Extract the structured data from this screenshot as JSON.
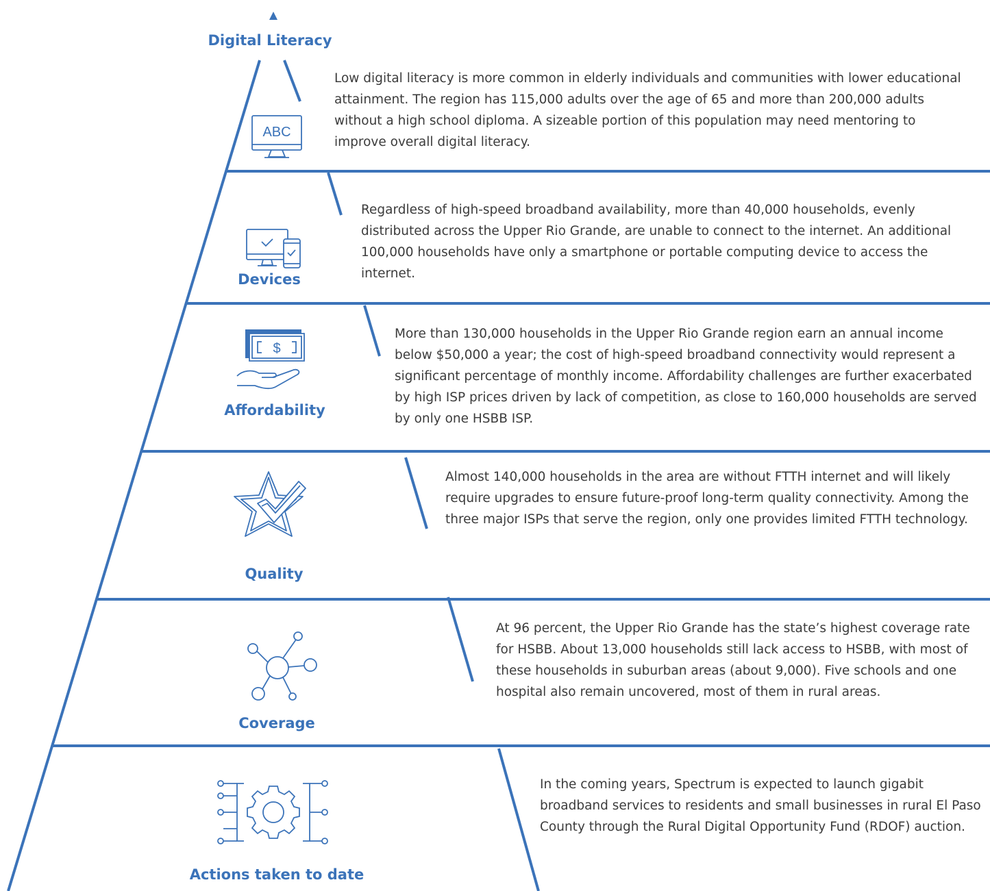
{
  "diagram": {
    "accent_color": "#3b73b9",
    "text_color": "#3c3c3c",
    "levels": [
      {
        "id": "digital-literacy",
        "title": "Digital Literacy",
        "icon": "monitor-abc-icon",
        "icon_text": "ABC",
        "text": "Low digital literacy is more common in elderly individuals and communities with lower educational attainment. The region has 115,000 adults over the age of 65 and more than 200,000 adults without a high school diploma. A sizeable portion of this population may need mentoring to improve overall digital literacy."
      },
      {
        "id": "devices",
        "title": "Devices",
        "icon": "devices-icon",
        "text": "Regardless of high-speed broadband availability, more than 40,000 households, evenly distributed across the Upper Rio Grande, are unable to connect to the internet. An additional 100,000 households have only a smartphone or portable computing device to access the internet."
      },
      {
        "id": "affordability",
        "title": "Affordability",
        "icon": "money-hand-icon",
        "icon_text": "$",
        "text": "More than 130,000 households in the Upper Rio Grande region earn an annual income below $50,000 a year; the cost of high-speed broadband connectivity would represent a significant percentage of monthly income. Affordability challenges are further exacerbated by high ISP prices driven by lack of competition, as close to 160,000 households are served by only one HSBB ISP."
      },
      {
        "id": "quality",
        "title": "Quality",
        "icon": "star-check-icon",
        "text": "Almost 140,000 households in the area are without FTTH internet and will likely require upgrades to ensure future-proof long-term quality connectivity. Among the three major ISPs that serve the region, only one provides limited FTTH technology."
      },
      {
        "id": "coverage",
        "title": "Coverage",
        "icon": "network-hub-icon",
        "text": "At 96 percent, the Upper Rio Grande has the state’s highest coverage rate for HSBB. About 13,000 households still lack access to HSBB, with most of these households in suburban areas (about 9,000). Five schools and one hospital also remain uncovered, most of them in rural areas."
      },
      {
        "id": "actions",
        "title": "Actions taken to date",
        "icon": "gear-circuit-icon",
        "text": "In the coming years, Spectrum is expected to launch gigabit broadband services to residents and small businesses in rural El Paso County through the Rural Digital Opportunity Fund (RDOF) auction."
      }
    ]
  }
}
